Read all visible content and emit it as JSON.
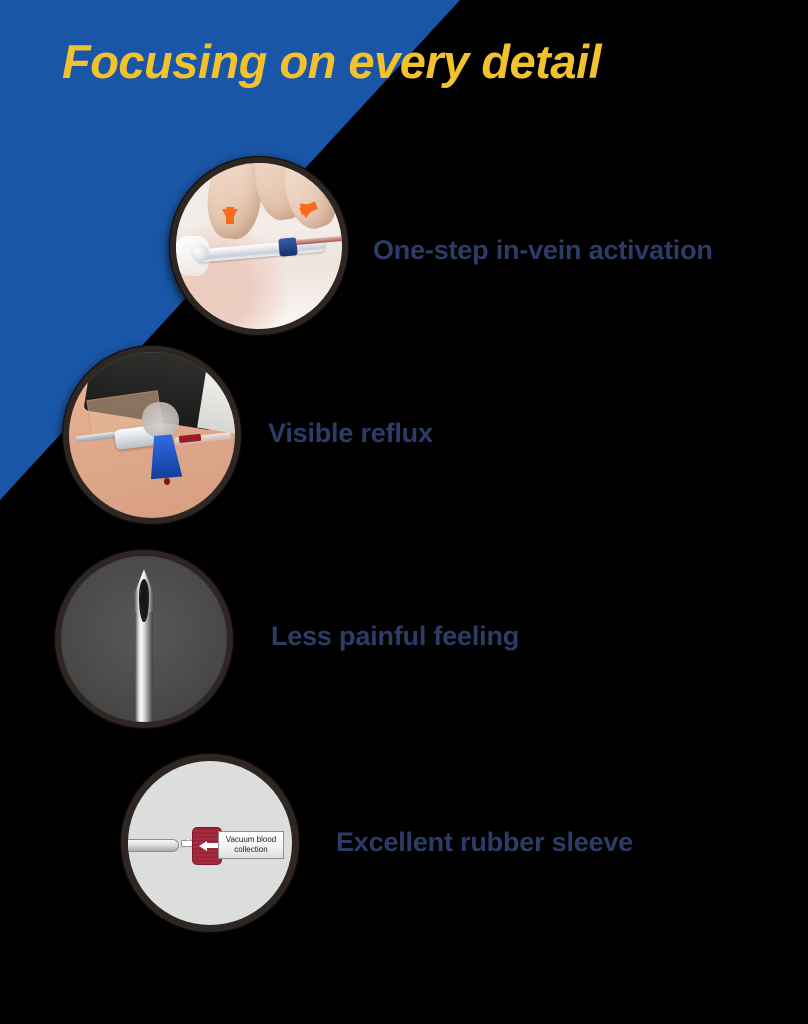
{
  "poster": {
    "title_part1": "Focusing",
    "title_part2": " on every detail",
    "colors": {
      "background": "#000000",
      "wedge_blue": "#1A56A8",
      "title_yellow": "#F2C12E",
      "label_navy": "#2C3C66",
      "ring_brown": "#2E2622",
      "sleeve_red": "#A72B3E",
      "arrow_orange": "#FA6A1E"
    }
  },
  "features": [
    {
      "label": "One-step in-vein activation",
      "image_name": "photo-one-step-activation",
      "annotations": [
        "down-arrow",
        "right-arrow"
      ]
    },
    {
      "label": "Visible reflux",
      "image_name": "photo-visible-reflux",
      "annotations": []
    },
    {
      "label": "Less painful feeling",
      "image_name": "photo-needle-tip-macro",
      "annotations": []
    },
    {
      "label": "Excellent rubber sleeve",
      "image_name": "photo-rubber-sleeve-diagram",
      "annotations": [
        "left-arrow",
        "right-arrow"
      ],
      "diagram_label": "Vacuum blood collection"
    }
  ]
}
